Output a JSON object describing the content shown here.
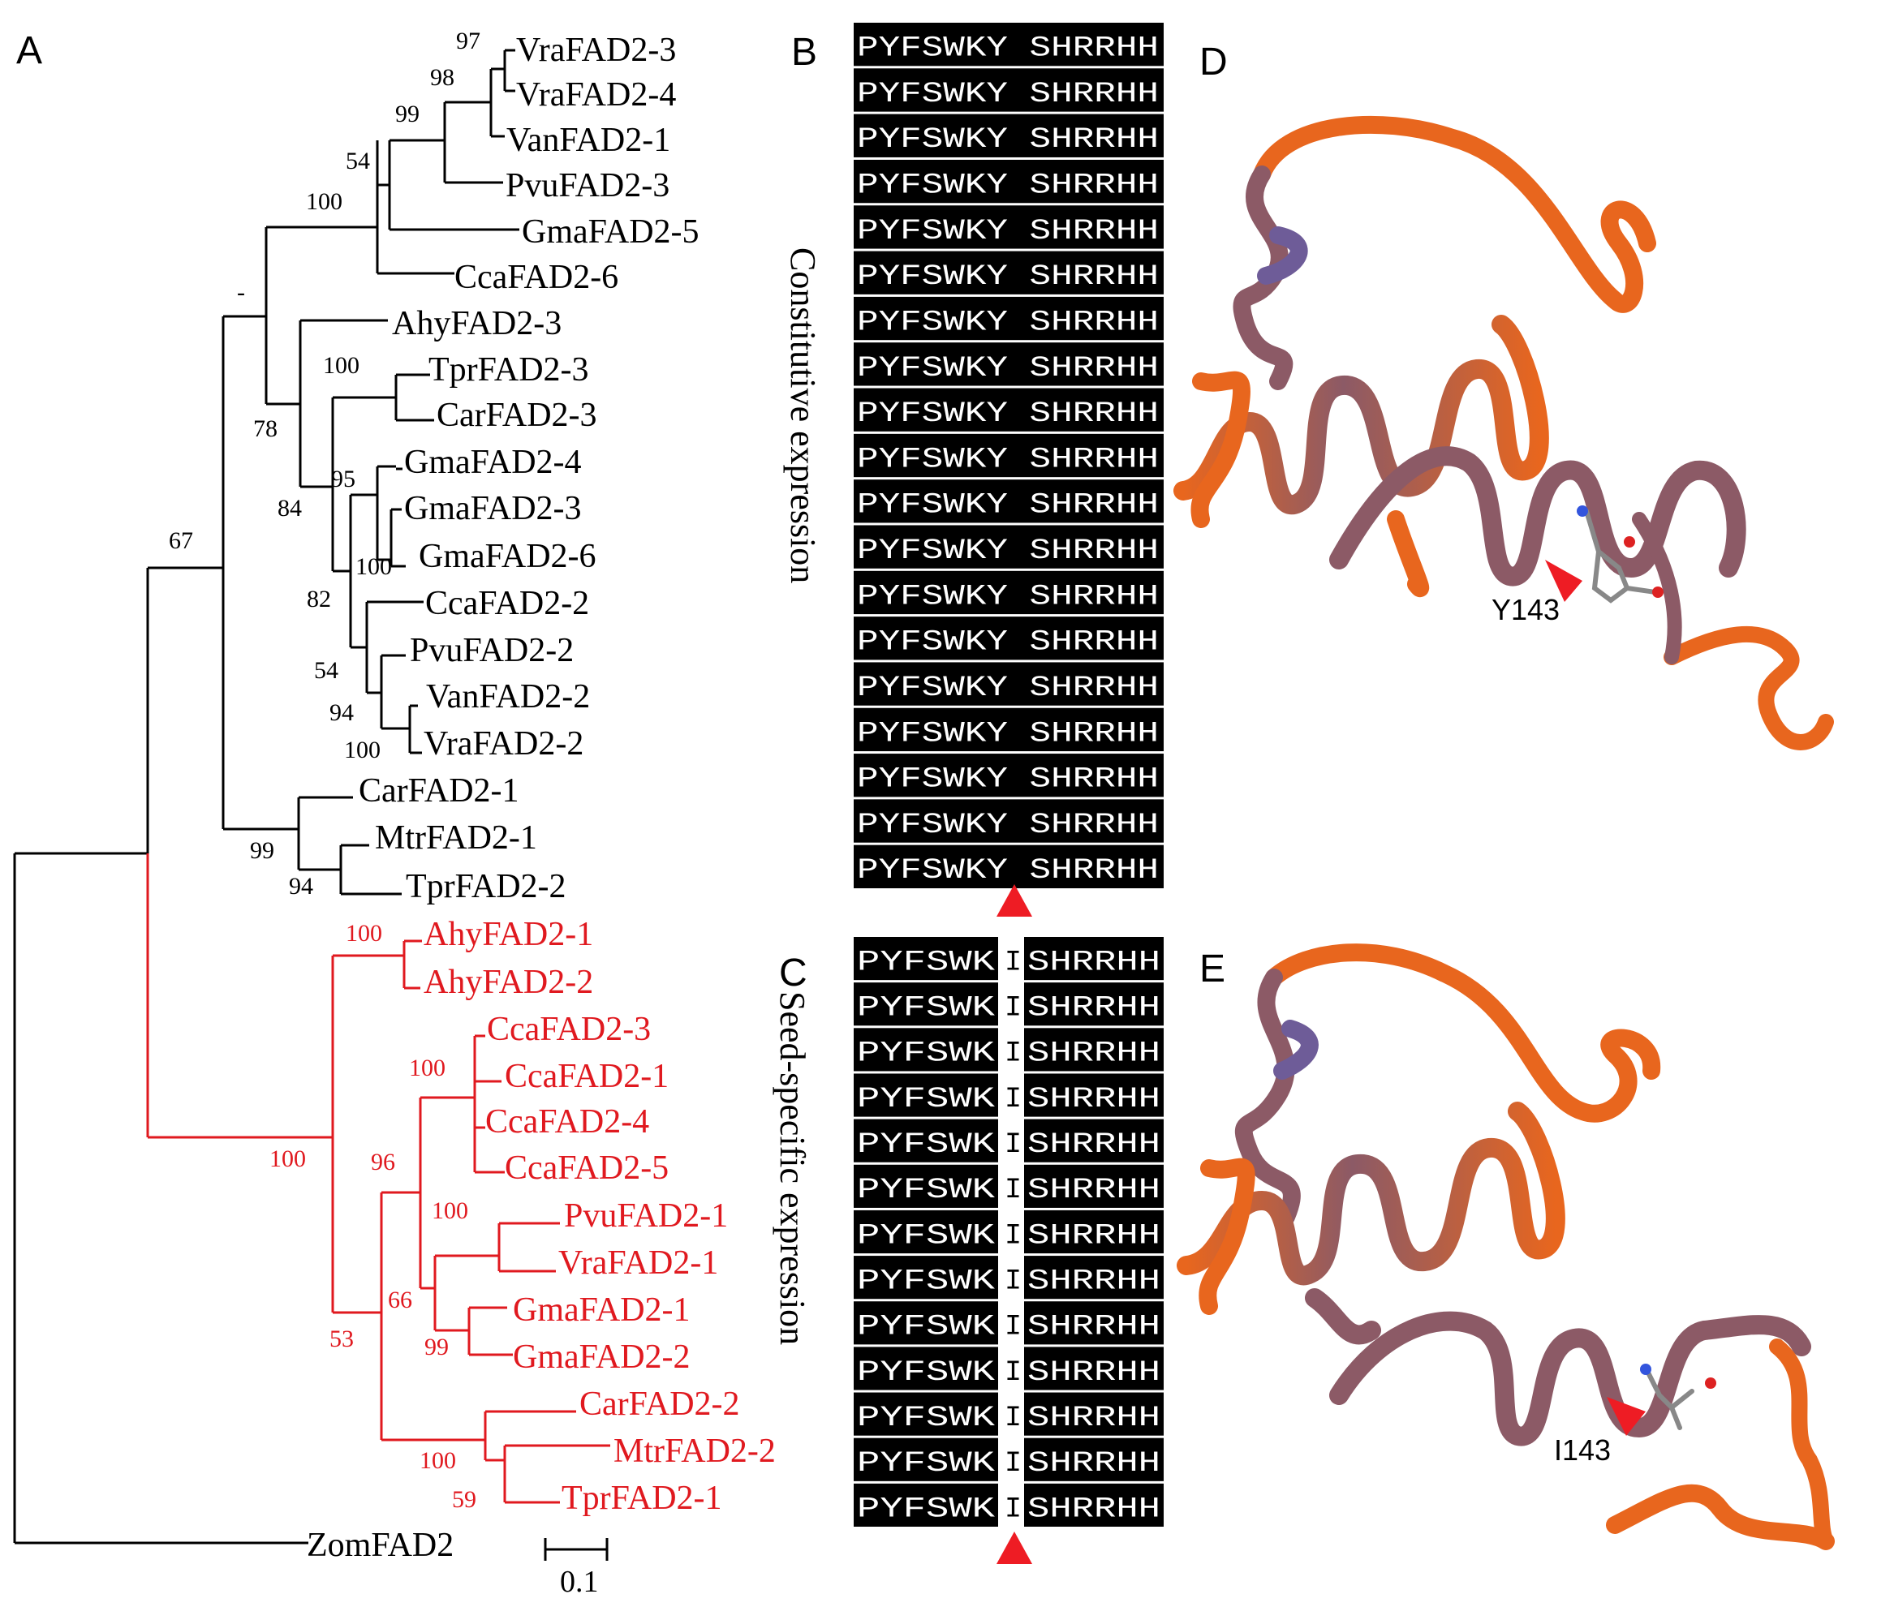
{
  "panels": {
    "a": "A",
    "b": "B",
    "c": "C",
    "d": "D",
    "e": "E"
  },
  "tree": {
    "black_leaves": [
      "VraFAD2-3",
      "VraFAD2-4",
      "VanFAD2-1",
      "PvuFAD2-3",
      "GmaFAD2-5",
      "CcaFAD2-6",
      "AhyFAD2-3",
      "TprFAD2-3",
      "CarFAD2-3",
      "GmaFAD2-4",
      "GmaFAD2-3",
      "GmaFAD2-6",
      "CcaFAD2-2",
      "PvuFAD2-2",
      "VanFAD2-2",
      "VraFAD2-2",
      "CarFAD2-1",
      "MtrFAD2-1",
      "TprFAD2-2"
    ],
    "red_leaves": [
      "AhyFAD2-1",
      "AhyFAD2-2",
      "CcaFAD2-3",
      "CcaFAD2-1",
      "CcaFAD2-4",
      "CcaFAD2-5",
      "PvuFAD2-1",
      "VraFAD2-1",
      "GmaFAD2-1",
      "GmaFAD2-2",
      "CarFAD2-2",
      "MtrFAD2-2",
      "TprFAD2-1"
    ],
    "outgroup": "ZomFAD2",
    "black_bootstrap": [
      "97",
      "98",
      "99",
      "54",
      "100",
      "-",
      "100",
      "78",
      "95",
      "84",
      "100",
      "82",
      "54",
      "94",
      "100",
      "67",
      "99",
      "94"
    ],
    "red_bootstrap": [
      "100",
      "100",
      "100",
      "96",
      "100",
      "66",
      "99",
      "53",
      "100",
      "59"
    ],
    "scale_bar": "0.1"
  },
  "alignment": {
    "constitutive_label": "Constitutive expression",
    "seed_label": "Seed-specific expression",
    "constitutive_seq": "PYFSWKY SHRRHH",
    "seed_left": "PYFSWK",
    "seed_mid": "I",
    "seed_right": "SHRRHH",
    "constitutive_rows": 19,
    "seed_rows": 13
  },
  "structures": {
    "d_residue": "Y143",
    "e_residue": "I143"
  },
  "colors": {
    "seed_clade": "#e0191f",
    "arrow": "#ee1c24",
    "ribbon_orange": "#e8661e",
    "ribbon_mauve": "#8c5a66",
    "ribbon_purple": "#6e5c98"
  }
}
